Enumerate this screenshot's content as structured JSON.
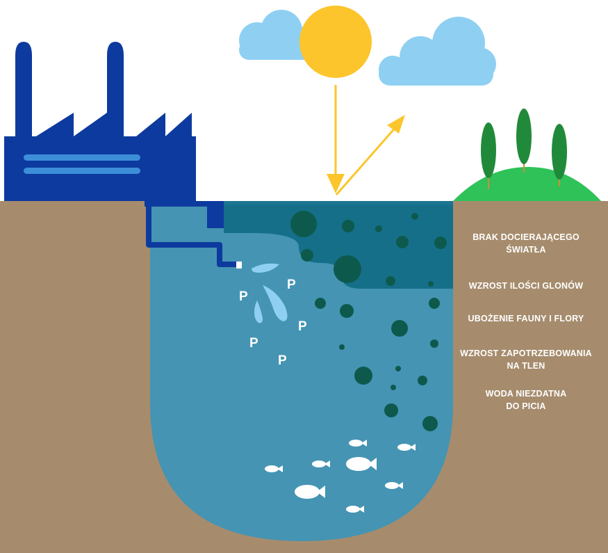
{
  "effects": [
    "BRAK DOCIERAJĄCEGO\nŚWIATŁA",
    "WZROST ILOŚCI GLONÓW",
    "UBOŻENIE FAUNY I FLORY",
    "WZROST ZAPOTRZEBOWANIA\nNA TLEN",
    "WODA NIEZDATNA\nDO PICIA"
  ],
  "phosphorus_label": "P",
  "colors": {
    "soil": "#a68c6d",
    "water": "#4594b3",
    "water_dark": "#1b7591",
    "algae_layer": "#156f89",
    "algae": "#0d5a4d",
    "factory": "#0d3a9e",
    "factory_stripe": "#3d8ed8",
    "sun": "#fcc52c",
    "ray": "#fcc52c",
    "cloud": "#8fd0f2",
    "hill": "#2ec258",
    "tree": "#218a3a",
    "trunk": "#d68a3a",
    "drop": "#8fd0f2",
    "fish": "#ffffff"
  },
  "icons": [
    "factory-icon",
    "sun-icon",
    "cloud-icon",
    "tree-icon",
    "fish-icon",
    "algae-icon",
    "drop-icon"
  ]
}
